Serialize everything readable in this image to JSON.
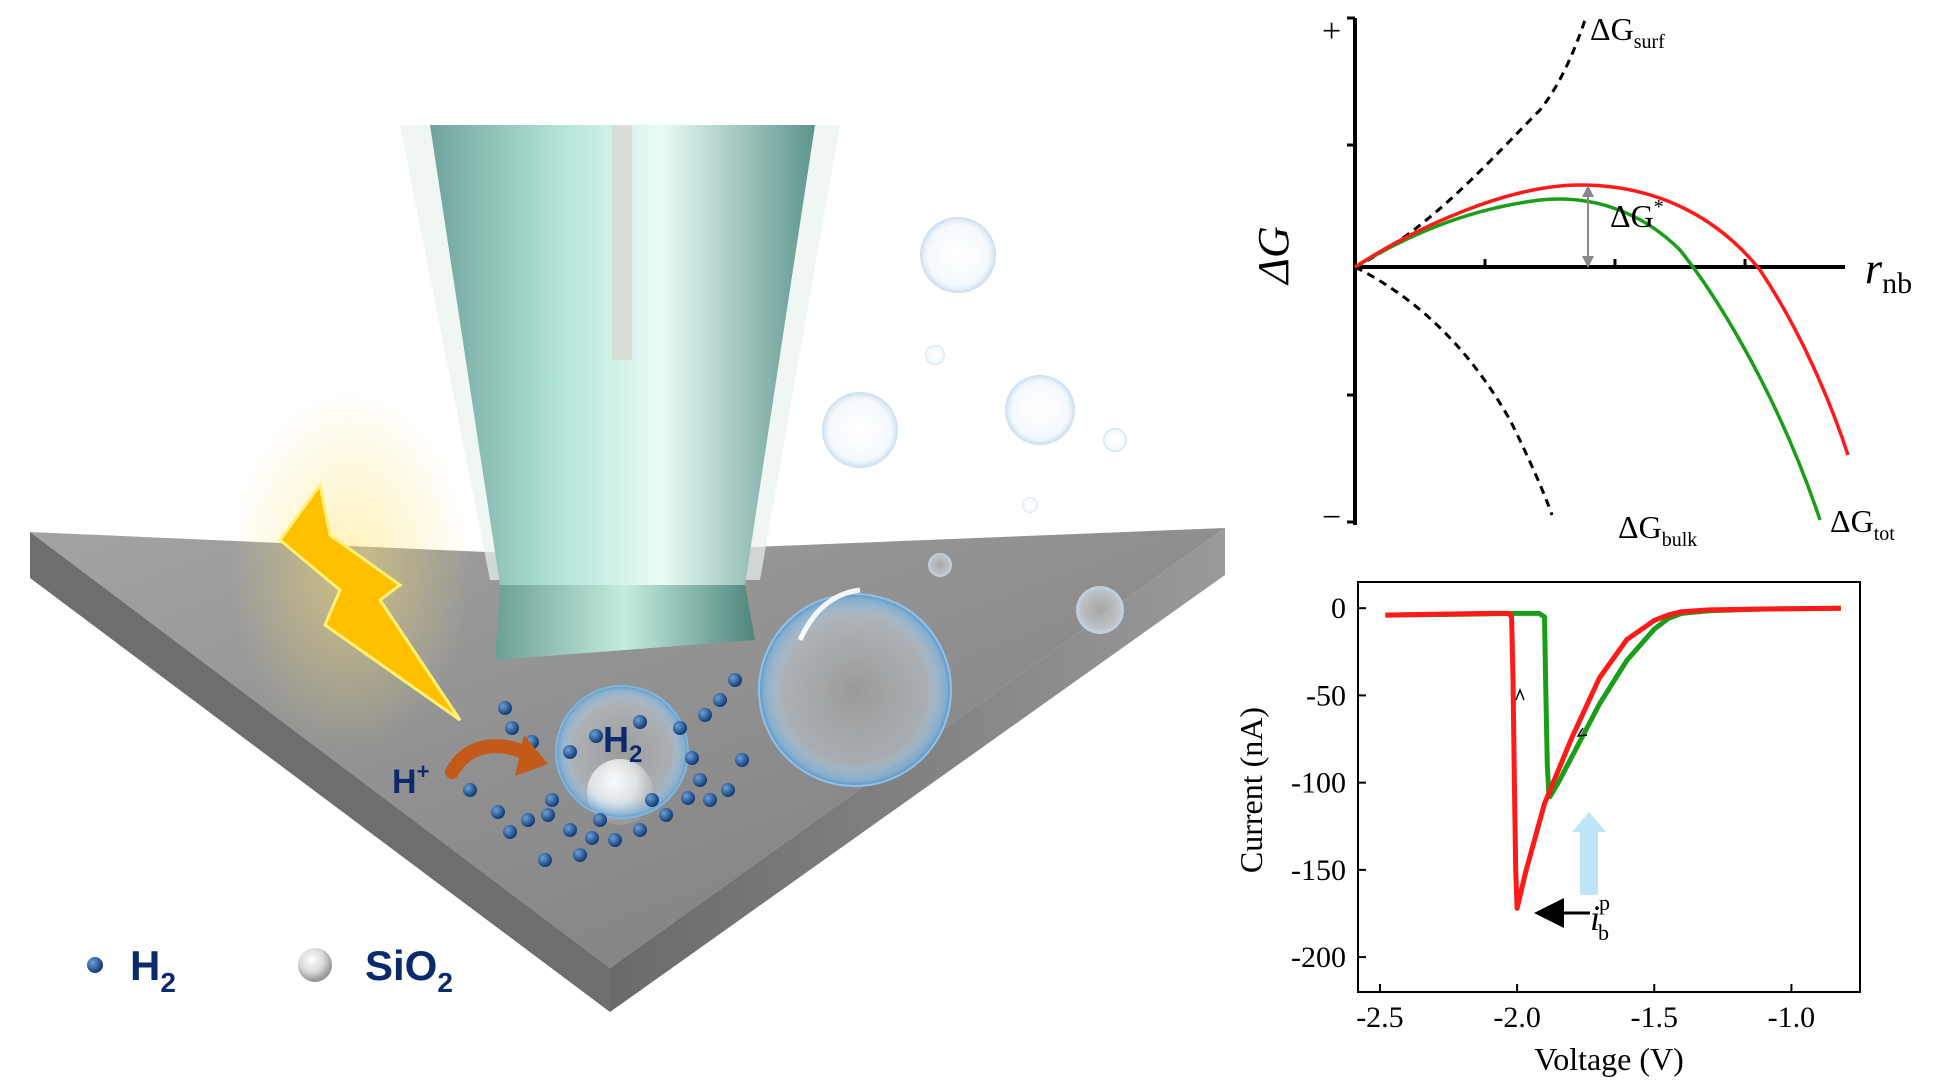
{
  "illustration": {
    "proton_label": "H",
    "proton_sup": "+",
    "bubble_label": "H",
    "bubble_sub": "2",
    "legend": [
      {
        "name": "H",
        "sub": "2",
        "icon": "h2-molecule-icon"
      },
      {
        "name": "SiO",
        "sub": "2",
        "icon": "sio2-particle-icon"
      }
    ],
    "colors": {
      "molecule": "#1f4e8c",
      "text": "#0b2a6b",
      "lightning": "#ffc000",
      "arrow": "#c45a1a",
      "substrate": "#8a8a8a"
    }
  },
  "chart_data": [
    {
      "type": "line",
      "panel": "free-energy",
      "ylabel": "ΔG",
      "xlabel": "r",
      "xlabel_sub": "nb",
      "y_ticks": [
        "+",
        "−"
      ],
      "barrier_label": "ΔG",
      "barrier_sup": "*",
      "series": [
        {
          "name": "ΔG",
          "sub": "surf",
          "color": "#000000",
          "dash": true
        },
        {
          "name": "ΔG",
          "sub": "bulk",
          "color": "#000000",
          "dash": true
        },
        {
          "name": "ΔG",
          "sub": "tot",
          "color": "#1a9e1a"
        },
        {
          "color": "#ff1a1a"
        }
      ]
    },
    {
      "type": "line",
      "panel": "voltammogram",
      "xlabel": "Voltage (V)",
      "ylabel": "Current (nA)",
      "xlim": [
        -2.58,
        -0.75
      ],
      "ylim": [
        -220,
        15
      ],
      "x_ticks": [
        -2.5,
        -2.0,
        -1.5,
        -1.0
      ],
      "x_tick_labels": [
        "-2.5",
        "-2.0",
        "-1.5",
        "-1.0"
      ],
      "y_ticks": [
        0,
        -50,
        -100,
        -150,
        -200
      ],
      "y_tick_labels": [
        "0",
        "-50",
        "-100",
        "-150",
        "-200"
      ],
      "peak_label": "i",
      "peak_sub": "b",
      "peak_sup": "p",
      "series": [
        {
          "color": "#ff1a1a",
          "x": [
            -2.48,
            -2.3,
            -2.1,
            -2.03,
            -2.02,
            -2.015,
            -2.01,
            -2.005,
            -2.0,
            -1.97,
            -1.9,
            -1.8,
            -1.7,
            -1.6,
            -1.5,
            -1.45,
            -1.4,
            -1.3,
            -1.1,
            -0.82
          ],
          "y": [
            -4,
            -3.5,
            -3,
            -3,
            -5,
            -40,
            -100,
            -150,
            -172,
            -152,
            -112,
            -74,
            -40,
            -18,
            -7,
            -4,
            -2,
            -1,
            -0.5,
            0
          ]
        },
        {
          "color": "#1a9e1a",
          "x": [
            -2.48,
            -2.2,
            -2.0,
            -1.92,
            -1.9,
            -1.895,
            -1.89,
            -1.885,
            -1.88,
            -1.85,
            -1.8,
            -1.7,
            -1.6,
            -1.5,
            -1.45,
            -1.4,
            -1.3,
            -1.1,
            -0.82
          ],
          "y": [
            -4,
            -3.5,
            -3,
            -3,
            -5,
            -50,
            -90,
            -105,
            -108,
            -100,
            -85,
            -55,
            -30,
            -12,
            -6,
            -3,
            -1.5,
            -0.5,
            0
          ]
        }
      ]
    }
  ]
}
